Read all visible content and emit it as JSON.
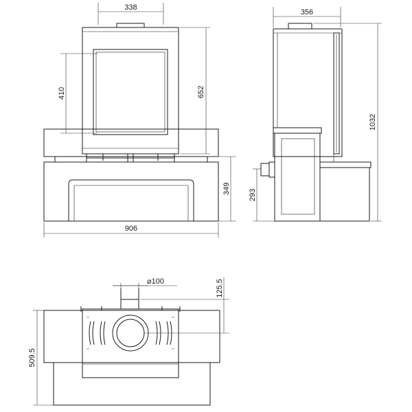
{
  "drawing": {
    "front_view": {
      "top_width": "338",
      "window_height": "410",
      "stove_height": "652",
      "bench_height": "349",
      "total_width": "906"
    },
    "side_view": {
      "depth": "356",
      "total_height": "1032",
      "inlet_height": "293"
    },
    "top_view": {
      "flue_diameter": "⌀100",
      "flue_offset": "125.5",
      "depth": "509.5"
    },
    "line_color": "#1a1a1a"
  }
}
